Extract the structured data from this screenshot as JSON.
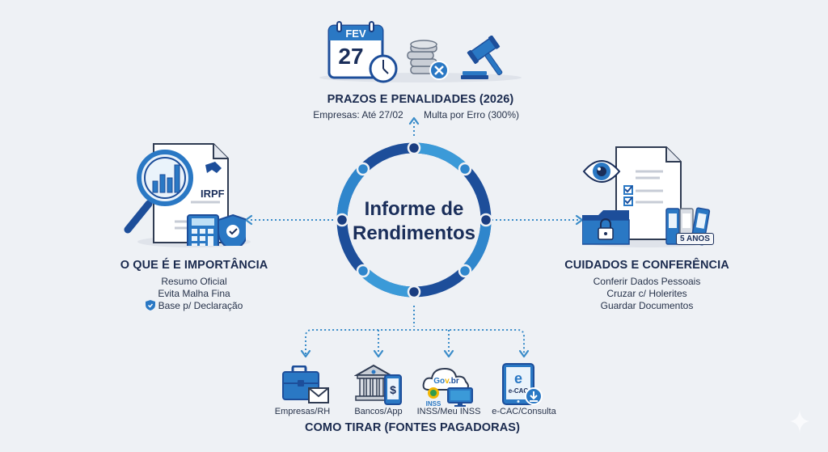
{
  "center": {
    "line1": "Informe de",
    "line2": "Rendimentos"
  },
  "top": {
    "calendar_month": "FEV",
    "calendar_day": "27",
    "title": "PRAZOS E PENALIDADES (2026)",
    "items": [
      "Empresas: Até 27/02",
      "Multa por Erro (300%)"
    ]
  },
  "left": {
    "doc_label": "IRPF",
    "title": "O QUE É E IMPORTÂNCIA",
    "items": [
      "Resumo Oficial",
      "Evita Malha Fina",
      "Base p/ Declaração"
    ]
  },
  "right": {
    "badge": "5 ANOS",
    "title": "CUIDADOS E CONFERÊNCIA",
    "items": [
      "Conferir Dados Pessoais",
      "Cruzar c/ Holerites",
      "Guardar Documentos"
    ]
  },
  "bottom": {
    "title": "COMO TIRAR (FONTES PAGADORAS)",
    "sources": [
      {
        "label": "Empresas/RH",
        "icon": "briefcase-mail-icon"
      },
      {
        "label": "Bancos/App",
        "icon": "bank-phone-icon"
      },
      {
        "label": "INSS/Meu INSS",
        "icon": "govbr-cloud-icon",
        "cloud_text": "Gov.br",
        "inss_text": "INSS"
      },
      {
        "label": "e-CAC/Consulta",
        "icon": "ecac-tablet-icon",
        "tablet_text": "e-CAC"
      }
    ]
  },
  "colors": {
    "background": "#eef1f5",
    "navy": "#1a2e5a",
    "dark_blue": "#1d4e9a",
    "mid_blue": "#2a78c4",
    "light_blue": "#3b9ad8"
  }
}
